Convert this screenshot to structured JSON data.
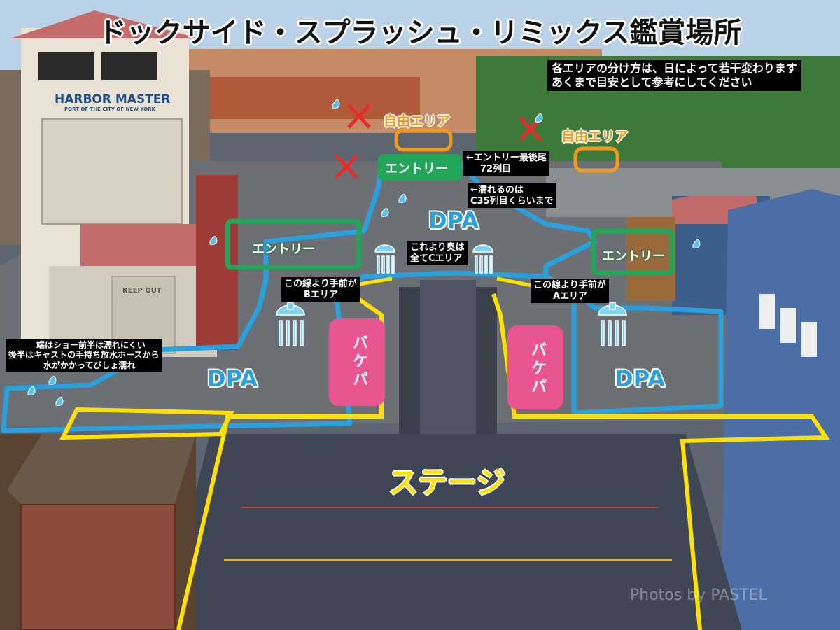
{
  "title": "ドックサイド・スプラッシュ・リミックス鑑賞場所",
  "note": {
    "line1": "各エリアの分け方は、日によって若干変わります",
    "line2": "あくまで目安として参考にしてください"
  },
  "zones": {
    "free_area_left": "自由エリア",
    "free_area_right": "自由エリア",
    "entry_top": "エントリー",
    "entry_left": "エントリー",
    "entry_right": "エントリー",
    "dpa_top": "DPA",
    "dpa_left": "DPA",
    "dpa_right": "DPA",
    "bakepa_left": "バケパ",
    "bakepa_right": "バケパ",
    "stage": "ステージ"
  },
  "annotations": {
    "entry_last_1": "←エントリー最後尾",
    "entry_last_2": "72列目",
    "wet_1": "←濡れるのは",
    "wet_2": "C35列目くらいまで",
    "c_area_1": "これより奥は",
    "c_area_2": "全てCエリア",
    "b_area_1": "この線より手前が",
    "b_area_2": "Bエリア",
    "a_area_1": "この線より手前が",
    "a_area_2": "Aエリア",
    "edge_1": "端はショー前半は濡れにくい",
    "edge_2": "後半はキャストの手持ち放水ホースから",
    "edge_3": "水がかかってびしょ濡れ"
  },
  "signs": {
    "harbor_master": "HARBOR MASTER",
    "harbor_sub": "PORT OF THE CITY OF NEW YORK",
    "keep_out": "KEEP OUT"
  },
  "watermark": "Photos by PASTEL",
  "colors": {
    "dpa_line": "#2aa0dc",
    "stage_line": "#ffe100",
    "entry_fill": "#23a55a",
    "free_line": "#f39a1e",
    "bakepa_fill": "#e8558f"
  },
  "icons": [
    "shower-icon",
    "water-drop-icon",
    "cross-mark-icon"
  ]
}
